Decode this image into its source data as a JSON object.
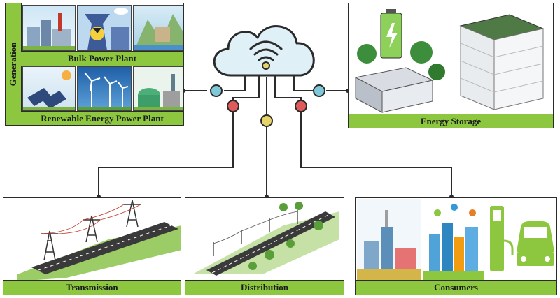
{
  "generation": {
    "side_label": "Generation",
    "bulk_label": "Bulk Power Plant",
    "renewable_label": "Renewable Energy Power Plant"
  },
  "storage": {
    "label": "Energy Storage"
  },
  "transmission": {
    "label": "Transmission"
  },
  "distribution": {
    "label": "Distribution"
  },
  "consumers": {
    "label": "Consumers"
  },
  "colors": {
    "green": "#8dc63f",
    "node_blue": "#7ec8d8",
    "node_red": "#e05a5a",
    "node_yellow": "#e6d36a",
    "cloud_stroke": "#2b2b2b"
  }
}
